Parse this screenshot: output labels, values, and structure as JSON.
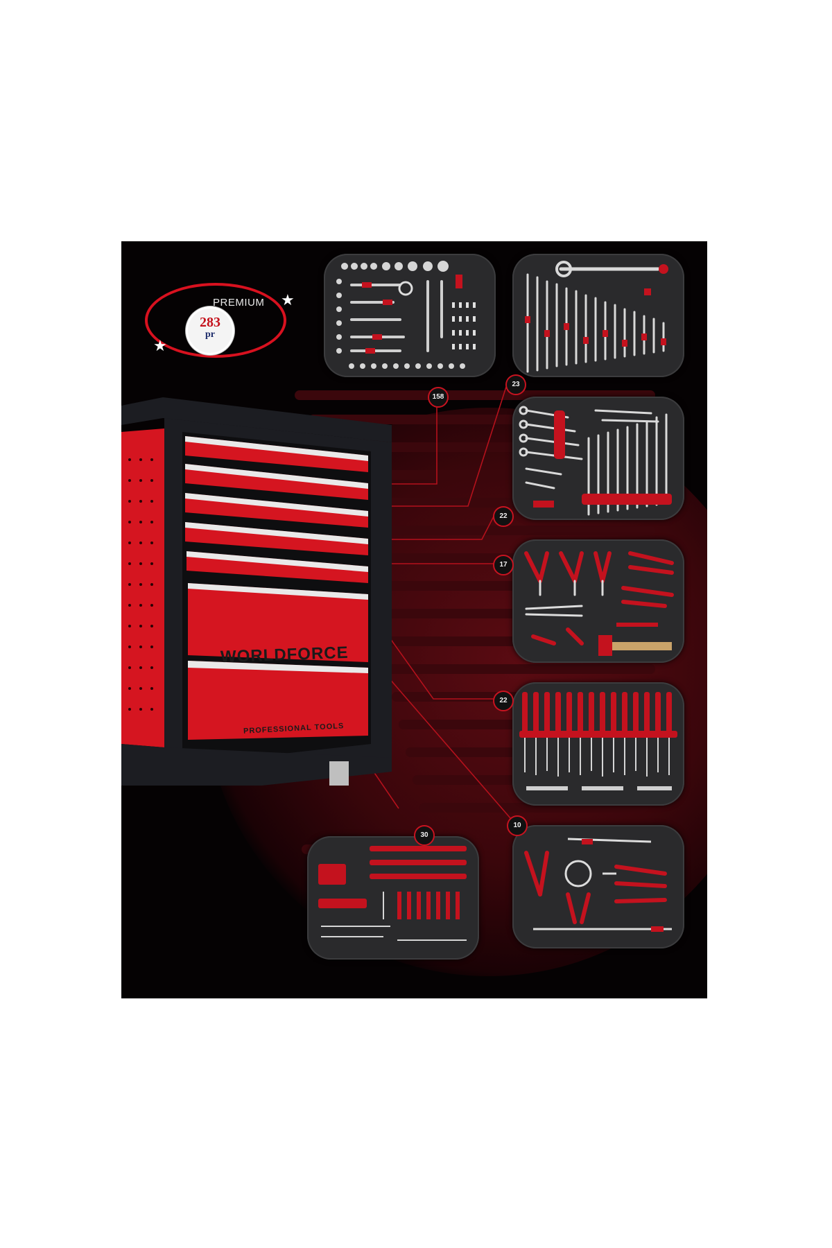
{
  "badge": {
    "label": "PREMIUM",
    "count": "283",
    "unit": "pr"
  },
  "cabinet": {
    "brand": "WORLDFORCE",
    "tagline": "PROFESSIONAL TOOLS",
    "drawer_count": 7
  },
  "callouts": [
    "158",
    "23",
    "22",
    "17",
    "22",
    "10",
    "30"
  ],
  "colors": {
    "background": "#050203",
    "accent_red": "#d8111f",
    "tray_foam": "#2a2a2c",
    "cabinet_frame": "#1c1d22"
  }
}
